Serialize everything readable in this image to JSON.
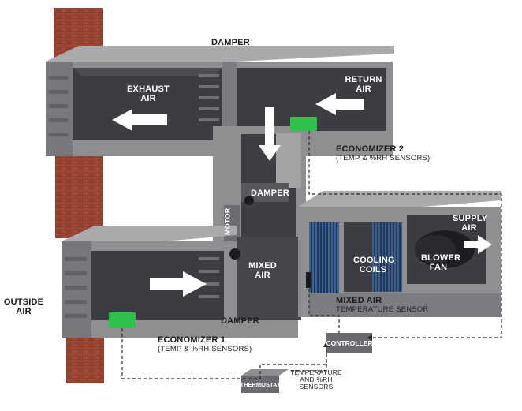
{
  "labels": {
    "damper_top": "DAMPER",
    "exhaust_air": "EXHAUST AIR",
    "return_air": "RETURN AIR",
    "economizer2_title": "ECONOMIZER 2",
    "economizer2_sub": "(TEMP & %RH SENSORS)",
    "damper_mid": "DAMPER",
    "motor": "MOTOR",
    "supply_air": "SUPPLY AIR",
    "cooling_coils": "COOLING COILS",
    "blower_fan": "BLOWER FAN",
    "mixed_air": "MIXED AIR",
    "outside_air": "OUTSIDE AIR",
    "mixed_air_sensor_title": "MIXED AIR",
    "mixed_air_sensor_sub": "TEMPERATURE SENSOR",
    "damper_bottom": "DAMPER",
    "economizer1_title": "ECONOMIZER 1",
    "economizer1_sub": "(TEMP & %RH SENSORS)",
    "controller": "CONTROLLER",
    "thermostat": "THERMOSTAT",
    "temp_rh_sensors": "TEMPERATURE AND %RH SENSORS"
  },
  "colors": {
    "concrete": "#8e8f91",
    "concrete_dark": "#5f6062",
    "interior": "#3b3d42",
    "brick": "#8a3a2b",
    "sensor_green": "#2fc24b",
    "coil_blue": "#2b4c78",
    "arrow": "#ffffff"
  }
}
